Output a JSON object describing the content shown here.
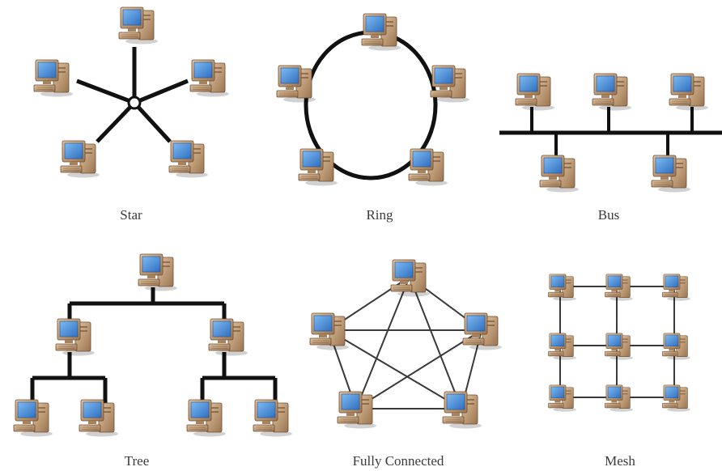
{
  "labels": {
    "star": "Star",
    "ring": "Ring",
    "bus": "Bus",
    "tree": "Tree",
    "fully_connected": "Fully Connected",
    "mesh": "Mesh"
  },
  "colors": {
    "background": "#ffffff",
    "link": "#111111",
    "thin_link": "#3a3a3a",
    "monitor_screen": "#3f8ad8",
    "computer_body": "#c9a27a",
    "computer_shadow": "#7a5a3e"
  },
  "icons": {
    "node": "computer-icon",
    "hub": "hub-icon"
  }
}
